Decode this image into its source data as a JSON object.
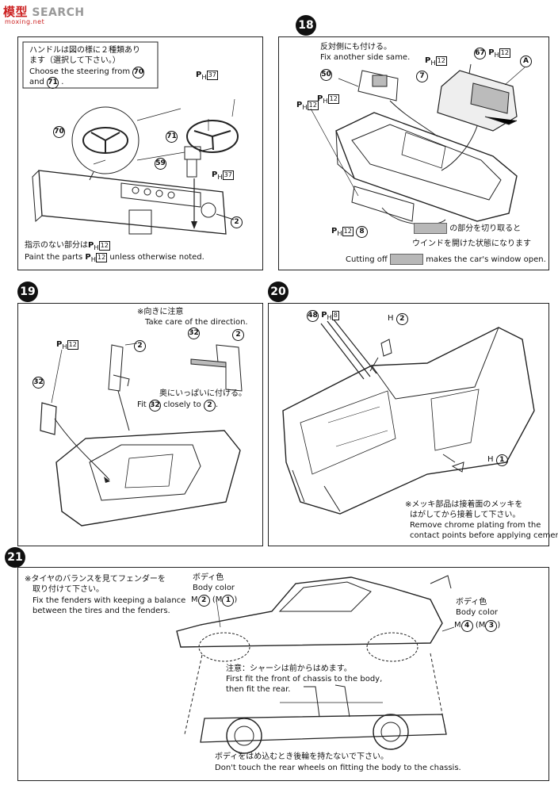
{
  "watermark": {
    "cn": "模型",
    "text": "SEARCH",
    "sub": "moxing.net"
  },
  "steps": {
    "s17": {
      "note_jp": "ハンドルは図の様に２種類あり",
      "note_jp2": "ます（選択して下さい。）",
      "note_en1": "Choose the steering from",
      "note_en_and": "and",
      "p70": "70",
      "p71": "71",
      "p59": "59",
      "p2": "2",
      "ph37": "37",
      "foot_jp": "指示のない部分は",
      "foot_en_a": "Paint the parts",
      "foot_en_b": "unless otherwise noted.",
      "ph12": "12"
    },
    "s18": {
      "number": "18",
      "note_jp": "反対側にも付ける。",
      "note_en": "Fix another side same.",
      "p50": "50",
      "p7": "7",
      "p67": "67",
      "p8": "8",
      "pA": "A",
      "ph12": "12",
      "cut_jp1": "の部分を切り取ると",
      "cut_jp2": "ウインドを開けた状態になります",
      "cut_en_a": "Cutting off",
      "cut_en_b": "makes the car's window open."
    },
    "s19": {
      "number": "19",
      "note_jp": "※向きに注意",
      "note_en": "Take care of the direction.",
      "fit_jp": "奥にいっぱいに付ける。",
      "fit_en_a": "Fit",
      "fit_en_b": "closely to",
      "p32": "32",
      "p2": "2",
      "ph12": "12"
    },
    "s20": {
      "number": "20",
      "p48": "48",
      "ph8": "8",
      "h2": "H",
      "h2n": "2",
      "h1": "H",
      "h1n": "1",
      "note_jp1": "※メッキ部品は接着面のメッキを",
      "note_jp2": "はがしてから接着して下さい。",
      "note_en1": "Remove chrome plating from the",
      "note_en2": "contact points before applying cement."
    },
    "s21": {
      "number": "21",
      "note_jp1": "※タイヤのバランスを見てフェンダーを",
      "note_jp2": "取り付けて下さい。",
      "note_en1": "Fix the fenders with keeping a balance",
      "note_en2": "between the tires and the fenders.",
      "bc_jp": "ボディ色",
      "bc_en": "Body color",
      "m_a": "2",
      "m_b": "1",
      "m_c": "4",
      "m_d": "3",
      "chassis_jp": "注意：シャーシは前からはめます。",
      "chassis_en1": "First fit the front of chassis to the body,",
      "chassis_en2": "then fit the rear.",
      "foot_jp": "ボディをはめ込むとき後輪を持たないで下さい。",
      "foot_en": "Don't touch the rear wheels on fitting the body to the chassis."
    }
  },
  "labels": {
    "ph": "P",
    "ph_sub": "H",
    "m": "M",
    "m_paren_open": "(M",
    "m_paren_close": ")"
  }
}
